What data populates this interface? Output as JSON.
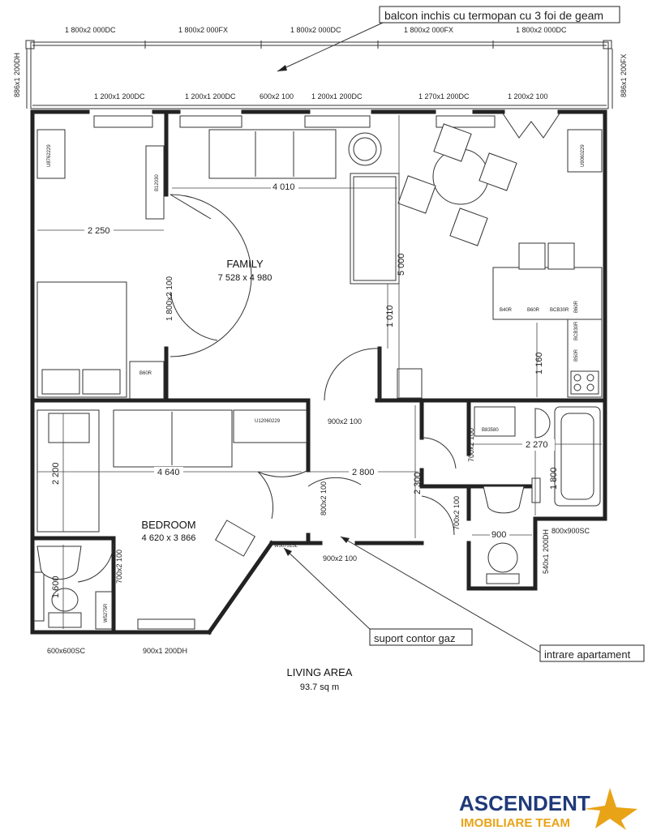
{
  "callouts": {
    "balcony": "balcon inchis cu termopan cu 3 foi de geam",
    "gas_meter": "suport contor gaz",
    "entrance": "intrare apartament"
  },
  "rooms": {
    "family": {
      "name": "FAMILY",
      "size": "7 528 x 4 980"
    },
    "bedroom": {
      "name": "BEDROOM",
      "size": "4 620 x 3 866"
    }
  },
  "windows_top": [
    "1 800x2 000DC",
    "1 800x2 000FX",
    "1 800x2 000DC",
    "1 800x2 000FX",
    "1 800x2 000DC"
  ],
  "windows_inner": [
    "1 200x1 200DC",
    "1 200x1 200DC",
    "600x2 100",
    "1 200x1 200DC",
    "1 270x1 200DC",
    "1 200x2 100"
  ],
  "side_windows": {
    "left": "886x1 200DH",
    "right": "886x1 200FX"
  },
  "dimensions": {
    "d4010": "4 010",
    "d2250": "2 250",
    "d5000": "5 000",
    "d1010": "1 010",
    "d1160": "1 160",
    "d1800x2100": "1 800x2 100",
    "d2200": "2 200",
    "d4640": "4 640",
    "d2800": "2 800",
    "d2300": "2 300",
    "d2270": "2 270",
    "d1800": "1 800",
    "d900": "900",
    "d1600": "1 600"
  },
  "door_labels": {
    "d900_top": "900x2 100",
    "d900_bottom": "900x2 100",
    "d800": "800x2 100",
    "d700_a": "700x2 100",
    "d700_b": "700x2 100",
    "d700_c": "700x2 100"
  },
  "bottom_labels": {
    "shower": "600x600SC",
    "window_bed": "900x1 200DH",
    "tray": "800x900SC",
    "bath_window": "540x1 200DH"
  },
  "appliance_codes": {
    "u1": "U8762229",
    "u2": "U9060229",
    "u3": "U12060229",
    "b12030": "B12030",
    "b60r_bed": "B60R",
    "b40r": "B40R",
    "b60r_k": "B60R",
    "bcb30r": "BCB30R",
    "b60r_v": "B60R",
    "bcb30r_2": "BCB30R",
    "b50r": "B50R",
    "b83580": "B83580",
    "w507515": "W507515L",
    "w5275r": "W5275R"
  },
  "living_area": {
    "title": "LIVING AREA",
    "value": "93.7 sq m"
  },
  "logo": {
    "name": "ASCENDENT",
    "tagline": "IMOBILIARE TEAM"
  },
  "colors": {
    "logo_navy": "#1f3a7a",
    "logo_gold": "#e8a317",
    "wall": "#222222"
  }
}
